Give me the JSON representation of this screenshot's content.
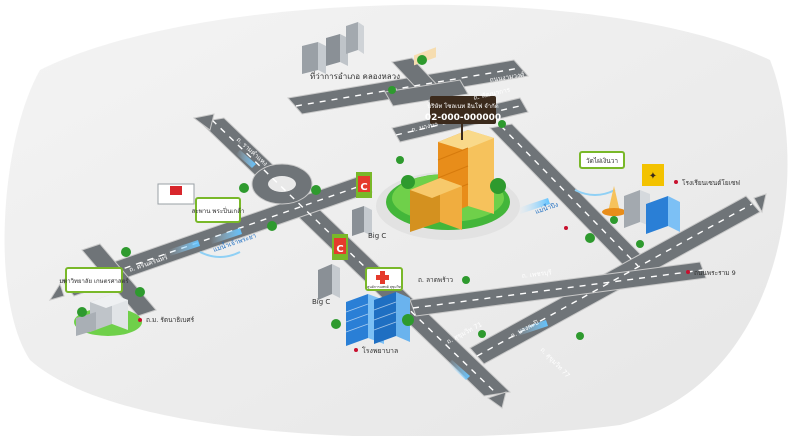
{
  "company_sign": {
    "name": "บริษัท โซลเนท อินโฟ จำกัด",
    "phone": "02-000-000000"
  },
  "landmarks": {
    "govt_office": "ที่ว่าการอำเภอ คลองหลวง",
    "university": "มหาวิทยาลัย เกษตรศาสตร์",
    "bridge": "สะพาน พระปิ่นเกล้า",
    "temple": "วัดไผ่เงินวา",
    "school": "โรงเรียนเซนต์โยเซฟ",
    "hospital": "โรงพยาบาล",
    "big_c_1": "Big C",
    "big_c_2": "Big C",
    "cross_sign_label": "ศูนย์การแพทย์ สุขุมวิท"
  },
  "roads": {
    "rd_top_right": "ถนนงามวงศ์",
    "rd_left_top": "ถ. รามคำแหง",
    "rd_center_left": "ถ. ศรีนครินทร์",
    "rd_mid": "ถ. บางนา",
    "rd_pattanakarn": "ถ. พัฒนาการ",
    "rd_sukhumvit_left": "ถ. สุขุมวิท 77",
    "rd_lower_center": "ถ. ลาดพร้าว",
    "rd_right_mid": "ถ. เพชรบุรี",
    "rd_center_lower": "ถ. สุขุมวิท 71",
    "rd_right_lower": "ถ. บางกะปิ",
    "rd_right_far": "ถนนพระราม 9",
    "rd_university": "ถ.ม. รัตนาธิเบศร์",
    "river_bridge": "แม่น้ำเจ้าพระยา",
    "river_right": "แม่น้ำปิง"
  }
}
